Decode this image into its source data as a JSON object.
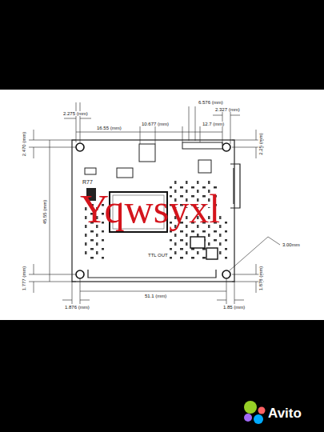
{
  "diagram": {
    "labels": [
      "6.576 (mm)",
      "2.327 (mm)",
      "2.275 (mm)",
      "16.55 (mm)",
      "10.677 (mm)",
      "12.7 (mm)",
      "2.470 (mm)",
      "2.25 (mm)",
      "45.55 (mm)",
      "R77",
      "TTL OUT",
      "3.00mm",
      "1.777 (mm)",
      "1.878 (mm)",
      "1.876 (mm)",
      "51.1 (mm)",
      "1.85 (mm)",
      "Yqwsyxl",
      "Avito"
    ]
  }
}
